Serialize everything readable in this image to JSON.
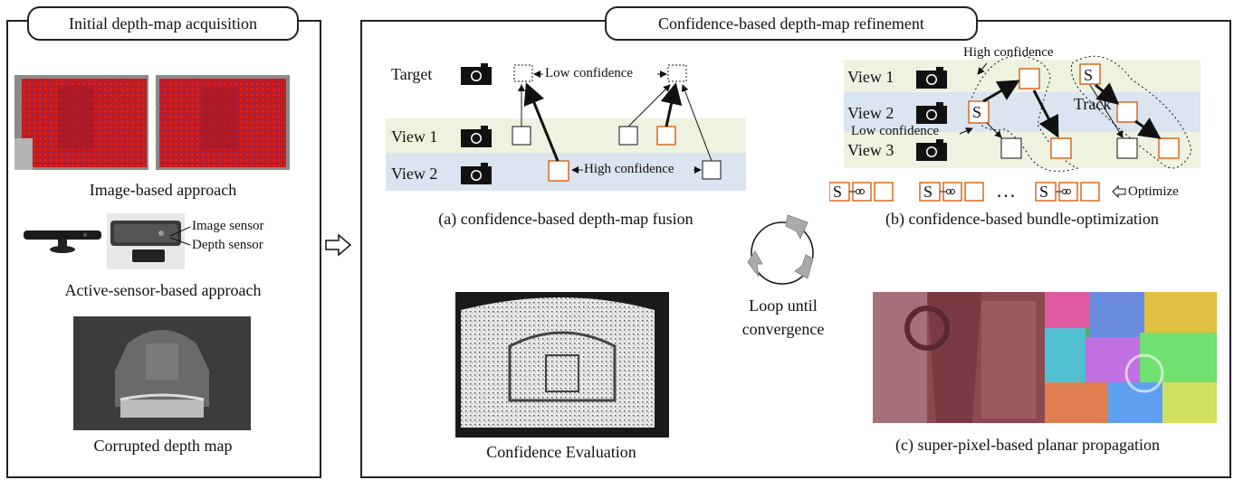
{
  "left_panel": {
    "title": "Initial depth-map acquisition",
    "image_caption": "Image-based approach",
    "sensor_caption": "Active-sensor-based approach",
    "image_sensor_label": "Image sensor",
    "depth_sensor_label": "Depth sensor",
    "depth_caption": "Corrupted depth map"
  },
  "right_panel": {
    "title": "Confidence-based depth-map refinement",
    "fusion": {
      "target_label": "Target",
      "view1_label": "View 1",
      "view2_label": "View 2",
      "low_conf_label": "Low confidence",
      "high_conf_label": "High confidence",
      "caption": "(a) confidence-based depth-map fusion"
    },
    "bundle": {
      "view1_label": "View 1",
      "view2_label": "View 2",
      "view3_label": "View 3",
      "high_conf_label": "High confidence",
      "low_conf_label": "Low confidence",
      "track_label": "Track",
      "s_label": "S",
      "dots": "…",
      "optimize_label": "Optimize",
      "caption": "(b) confidence-based bundle-optimization"
    },
    "loop_label_line1": "Loop until",
    "loop_label_line2": "convergence",
    "confidence_caption": "Confidence Evaluation",
    "superpixel_caption": "(c) super-pixel-based planar propagation"
  },
  "colors": {
    "orange": "#d9691f",
    "green_band": "#eef2e0",
    "blue_band": "#dbe5f1",
    "red_points": "#e01010",
    "purple_points": "#3a2a8a"
  }
}
